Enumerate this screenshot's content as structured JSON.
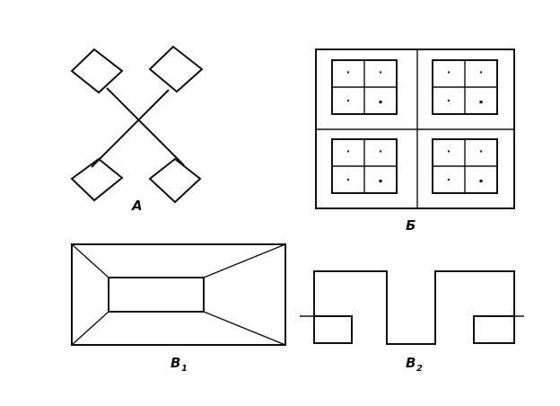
{
  "figures": {
    "a": {
      "label": "А"
    },
    "b": {
      "label": "Б"
    },
    "v1": {
      "label": "В",
      "sub": "1"
    },
    "v2": {
      "label": "В",
      "sub": "2"
    }
  },
  "colors": {
    "ink": "#111111",
    "background": "#ffffff"
  }
}
